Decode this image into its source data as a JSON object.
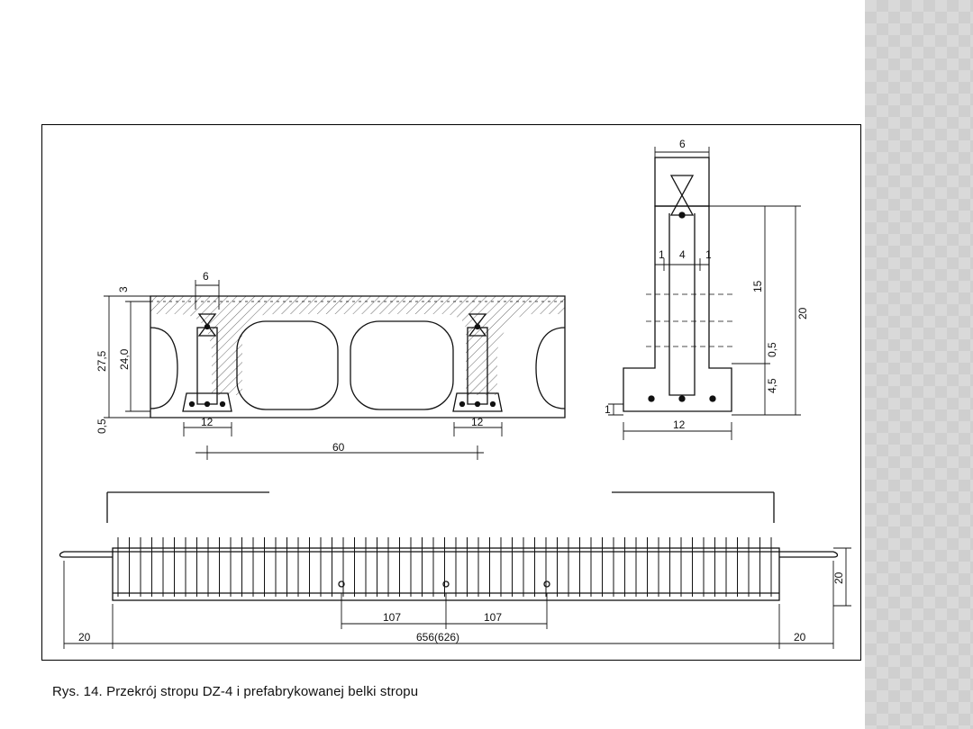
{
  "caption": "Rys. 14. Przekrój stropu DZ-4 i prefabrykowanej belki stropu",
  "floor_section": {
    "dims": {
      "beam_top_width": "6",
      "top_layer": "3",
      "total_height": "27,5",
      "block_height": "24,0",
      "bottom_gap": "0,5",
      "beam_base_left": "12",
      "beam_base_right": "12",
      "spacing": "60"
    }
  },
  "beam_section": {
    "dims": {
      "top_width": "6",
      "side_left": "1",
      "web_width": "4",
      "side_right": "1",
      "web_height": "15",
      "total_height": "20",
      "gap": "0,5",
      "foot_height": "4,5",
      "cover": "1",
      "base_width": "12"
    }
  },
  "beam_elevation": {
    "dims": {
      "height": "20",
      "end_left": "20",
      "length": "656(626)",
      "end_right": "20",
      "spacing_left": "107",
      "spacing_right": "107"
    }
  },
  "colors": {
    "line": "#111111",
    "panel": "#d9d9d9"
  }
}
